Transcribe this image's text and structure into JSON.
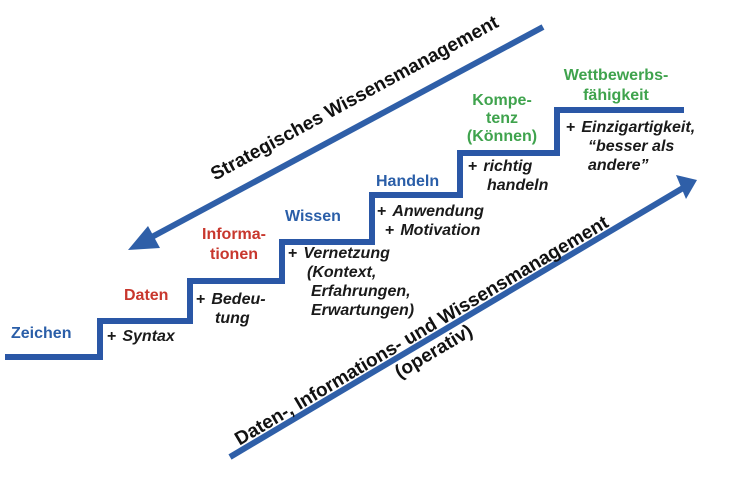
{
  "colors": {
    "stair": "#2a57a6",
    "arrow": "#2f5fa8",
    "red_label": "#c8372d",
    "blue_label": "#2a5ea8",
    "green_label": "#3fa34d"
  },
  "steps": [
    {
      "label": "Zeichen",
      "color": "blue_label",
      "increment": [
        "Syntax"
      ]
    },
    {
      "label": "Daten",
      "color": "red_label",
      "increment": [
        "Bedeu-",
        "tung"
      ]
    },
    {
      "label_lines": [
        "Informa-",
        "tionen"
      ],
      "color": "red_label",
      "increment": [
        "Vernetzung",
        "(Kontext,",
        "Erfahrungen,",
        "Erwartungen)"
      ]
    },
    {
      "label": "Wissen",
      "color": "blue_label",
      "increment": [
        "Anwendung",
        "Motivation"
      ]
    },
    {
      "label": "Handeln",
      "color": "blue_label",
      "increment": [
        "richtig",
        "handeln"
      ]
    },
    {
      "label_lines": [
        "Kompe-",
        "tenz",
        "(Können)"
      ],
      "color": "green_label",
      "increment": [
        "Einzigartigkeit,",
        "“besser als",
        "andere”"
      ]
    },
    {
      "label_lines": [
        "Wettbewerbs-",
        "fähigkeit"
      ],
      "color": "green_label"
    }
  ],
  "plus_sign": "+",
  "strategic_label": "Strategisches Wissensmanagement",
  "operative_label_lines": [
    "Daten-, Informations- und Wissensmanagement",
    "(operativ)"
  ]
}
